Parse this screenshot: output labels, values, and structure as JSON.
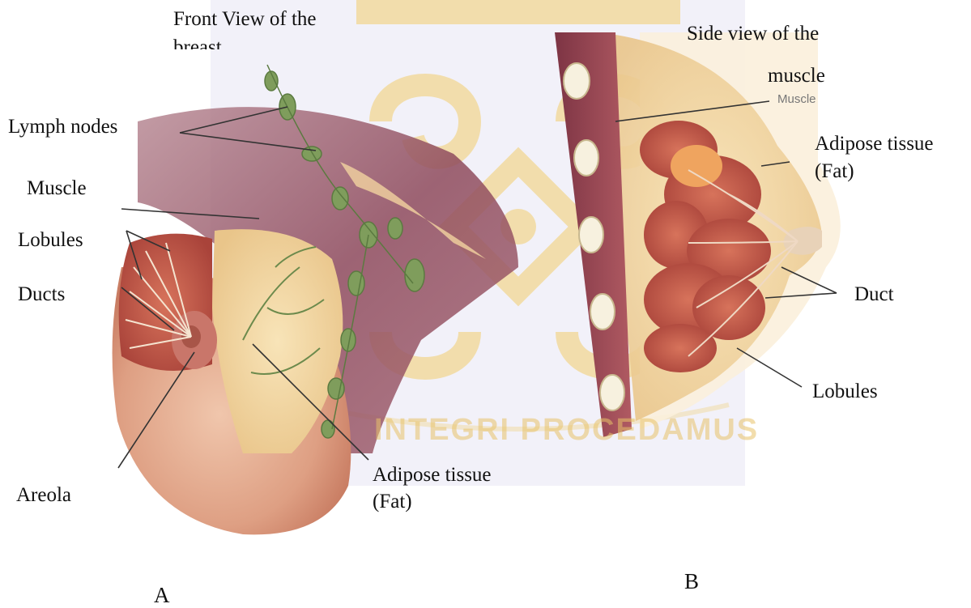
{
  "figure": {
    "panel_a": {
      "heading": "Front View of the",
      "heading_cut": "breast",
      "letter": "A",
      "labels": {
        "lymph_nodes": "Lymph nodes",
        "muscle": "Muscle",
        "lobules": "Lobules",
        "ducts": "Ducts",
        "areola": "Areola",
        "adipose_line1": "Adipose tissue",
        "adipose_line2": "(Fat)"
      }
    },
    "panel_b": {
      "heading": "Side view of the",
      "letter": "B",
      "labels": {
        "muscle": "muscle",
        "muscle_faint": "Muscle",
        "adipose_line1": "Adipose tissue",
        "adipose_line2": "(Fat)",
        "duct": "Duct",
        "lobules": "Lobules"
      }
    },
    "watermark": {
      "motto": "INTEGRI PROCEDAMUS",
      "color": "#e8c36a"
    },
    "colors": {
      "muscle": "#9b5a6a",
      "skin": "#e7b79a",
      "fat": "#f3d9a6",
      "lobule": "#c9553f",
      "lymph": "#7c9a5a"
    }
  }
}
